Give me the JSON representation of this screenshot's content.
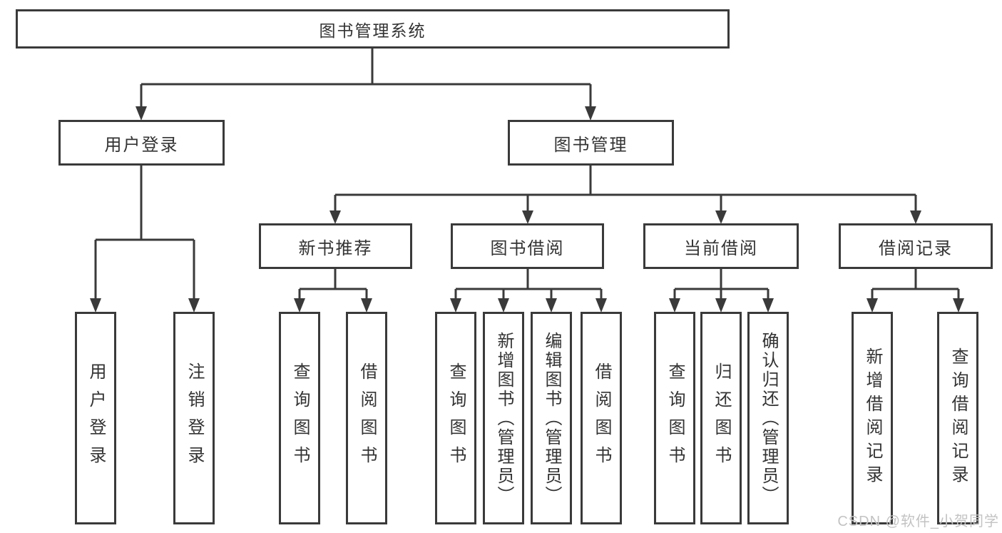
{
  "watermark": "CSDN @软件_小贺同学",
  "tree": {
    "root": "图书管理系统",
    "branches": [
      {
        "label": "用户登录",
        "children": [
          "用户登录",
          "注销登录"
        ]
      },
      {
        "label": "图书管理",
        "sections": [
          {
            "label": "新书推荐",
            "children": [
              "查询图书",
              "借阅图书"
            ]
          },
          {
            "label": "图书借阅",
            "children": [
              "查询图书",
              "新增图书（管理员）",
              "编辑图书（管理员）",
              "借阅图书"
            ]
          },
          {
            "label": "当前借阅",
            "children": [
              "查询图书",
              "归还图书",
              "确认归还（管理员）"
            ]
          },
          {
            "label": "借阅记录",
            "children": [
              "新增借阅记录",
              "查询借阅记录"
            ]
          }
        ]
      }
    ]
  }
}
